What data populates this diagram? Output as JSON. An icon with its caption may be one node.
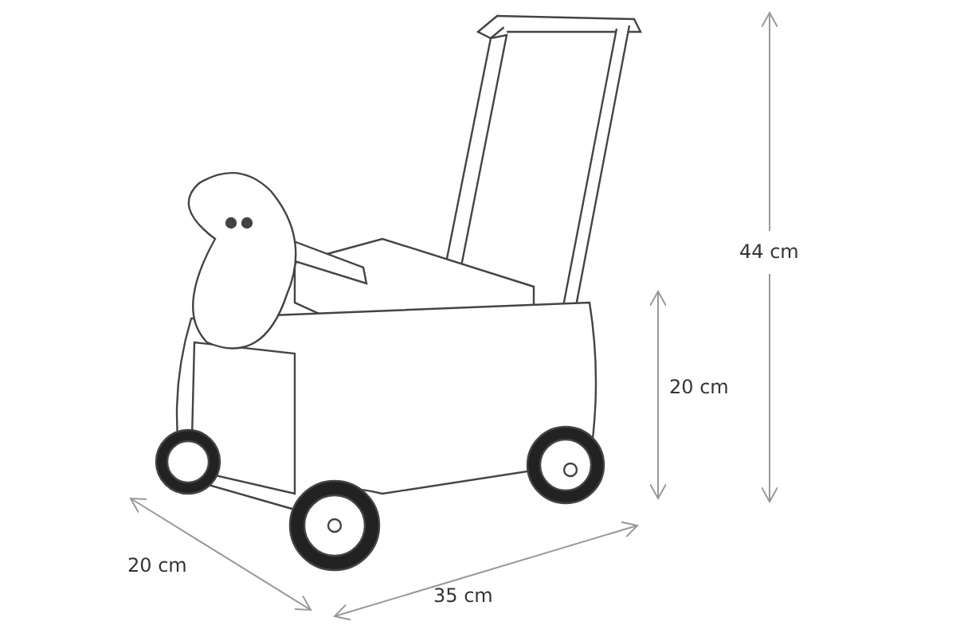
{
  "diagram": {
    "labels": [
      "44 cm",
      "20 cm",
      "20 cm",
      "35 cm"
    ]
  }
}
